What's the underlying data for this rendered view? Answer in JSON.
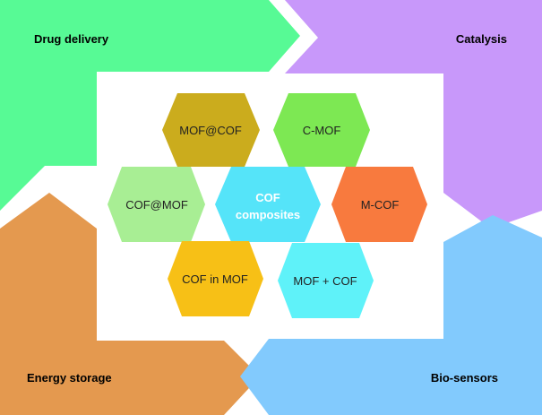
{
  "corners": {
    "top_left": {
      "label": "Drug delivery",
      "color": "#57fa95"
    },
    "top_right": {
      "label": "Catalysis",
      "color": "#c898fa"
    },
    "bottom_left": {
      "label": "Energy storage",
      "color": "#e4994f"
    },
    "bottom_right": {
      "label": "Bio-sensors",
      "color": "#82cafd"
    }
  },
  "hexagons": {
    "mof_at_cof": {
      "label": "MOF@COF",
      "color": "#cbac1d",
      "text_color": "#222222"
    },
    "c_mof": {
      "label": "C-MOF",
      "color": "#7de853",
      "text_color": "#222222"
    },
    "cof_at_mof": {
      "label": "COF@MOF",
      "color": "#a8ee94",
      "text_color": "#222222"
    },
    "center": {
      "line1": "COF",
      "line2": "composites",
      "color": "#55e4f9",
      "text_color": "#ffffff"
    },
    "m_cof": {
      "label": "M-COF",
      "color": "#f87a3e",
      "text_color": "#222222"
    },
    "cof_in_mof": {
      "label": "COF in MOF",
      "color": "#f7c016",
      "text_color": "#222222"
    },
    "mof_plus_cof": {
      "label": "MOF + COF",
      "color": "#5ff2f9",
      "text_color": "#222222"
    }
  }
}
